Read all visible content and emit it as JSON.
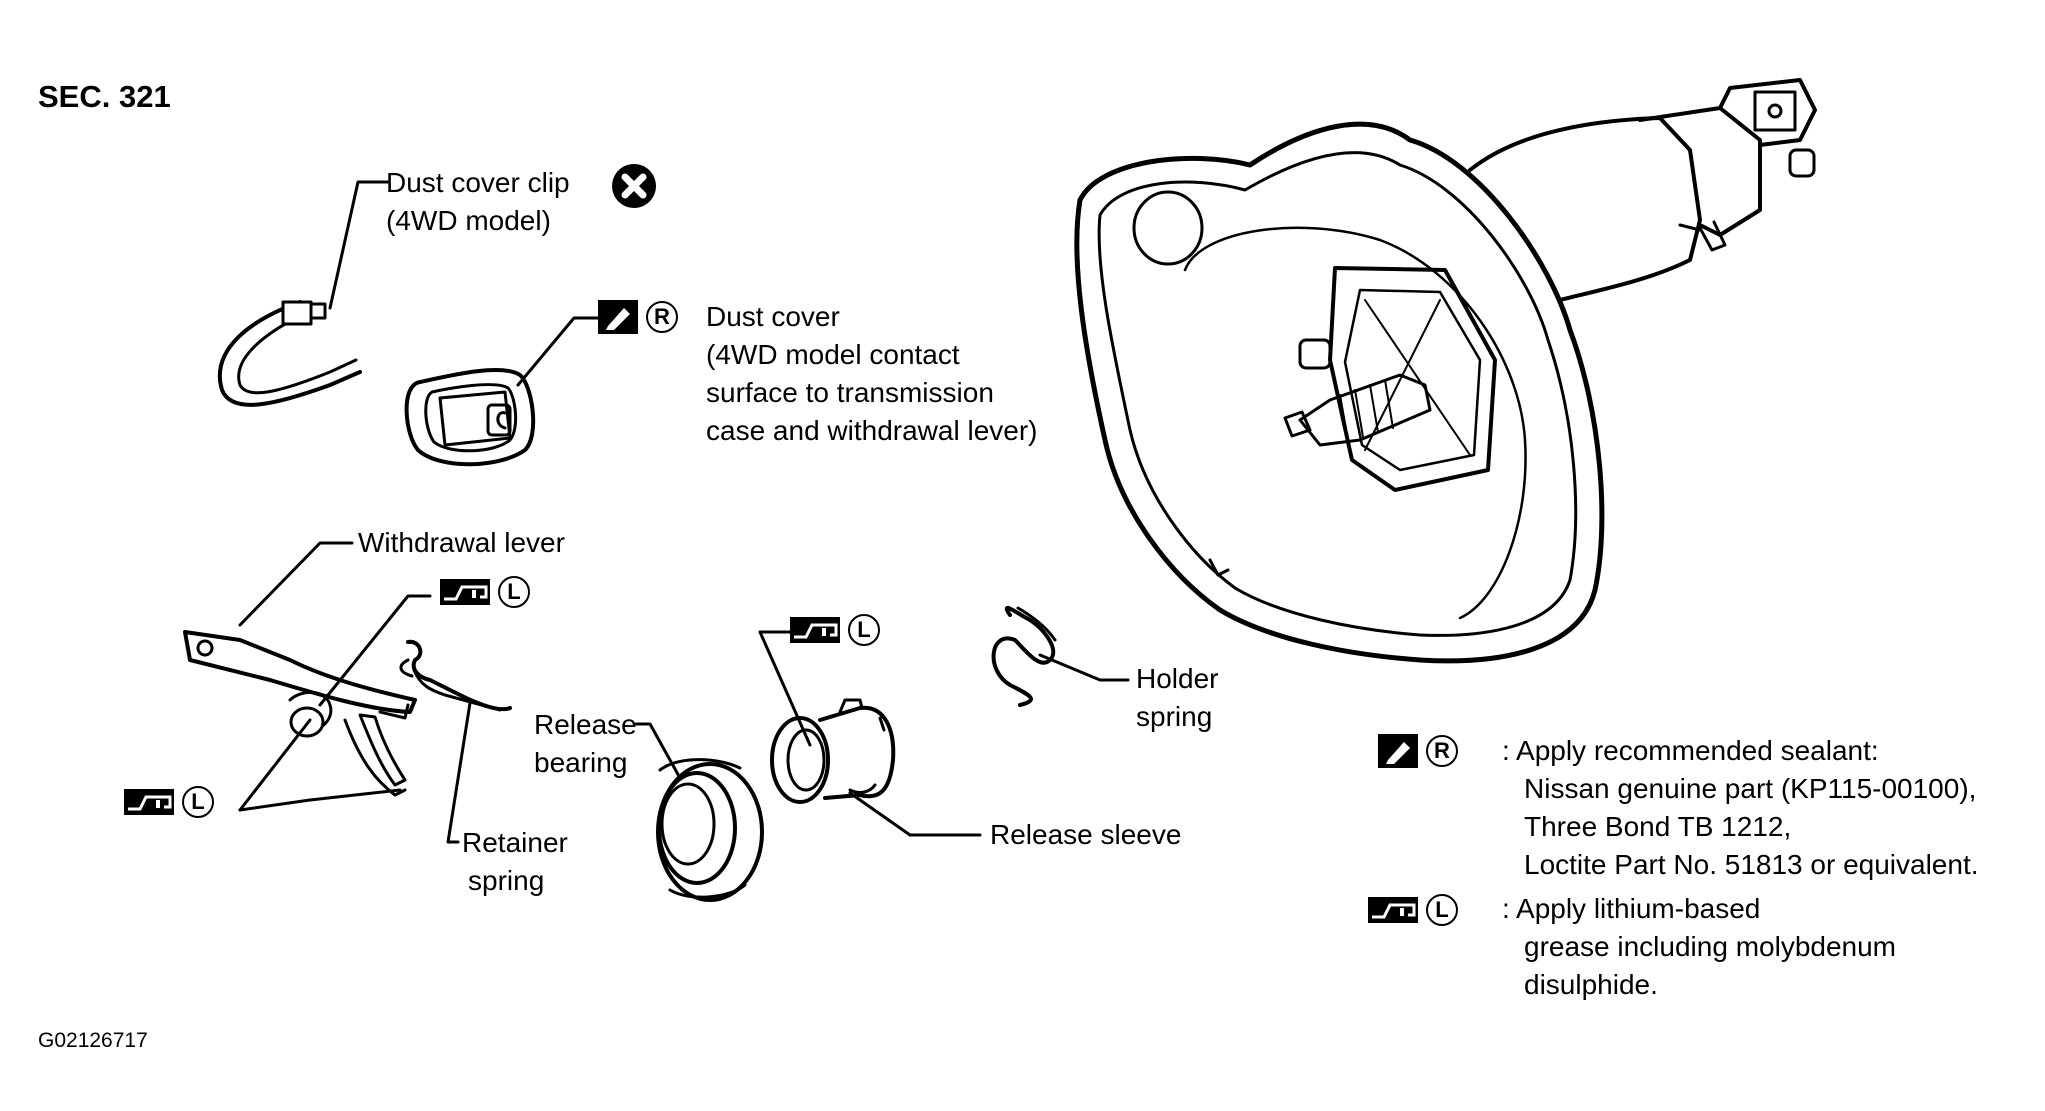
{
  "section": "SEC. 321",
  "figure_code": "G02126717",
  "parts": {
    "dust_cover_clip": [
      "Dust cover clip",
      "(4WD model)"
    ],
    "dust_cover": [
      "Dust cover",
      "(4WD model  contact",
      "surface to transmission",
      "case and  withdrawal lever)"
    ],
    "withdrawal_lever": "Withdrawal lever",
    "release_bearing": [
      "Release",
      "bearing"
    ],
    "retainer_spring": [
      "Retainer",
      "spring"
    ],
    "holder_spring": [
      "Holder",
      "spring"
    ],
    "release_sleeve": "Release sleeve"
  },
  "symbols": {
    "sealant_letter": "R",
    "grease_letter": "L"
  },
  "legend": {
    "sealant": {
      "lines": [
        ": Apply recommended sealant:",
        "Nissan genuine part (KP115-00100),",
        "Three Bond TB 1212,",
        "Loctite Part No. 51813 or equivalent."
      ]
    },
    "grease": {
      "lines": [
        ": Apply lithium-based",
        "grease including molybdenum",
        "disulphide."
      ]
    }
  }
}
